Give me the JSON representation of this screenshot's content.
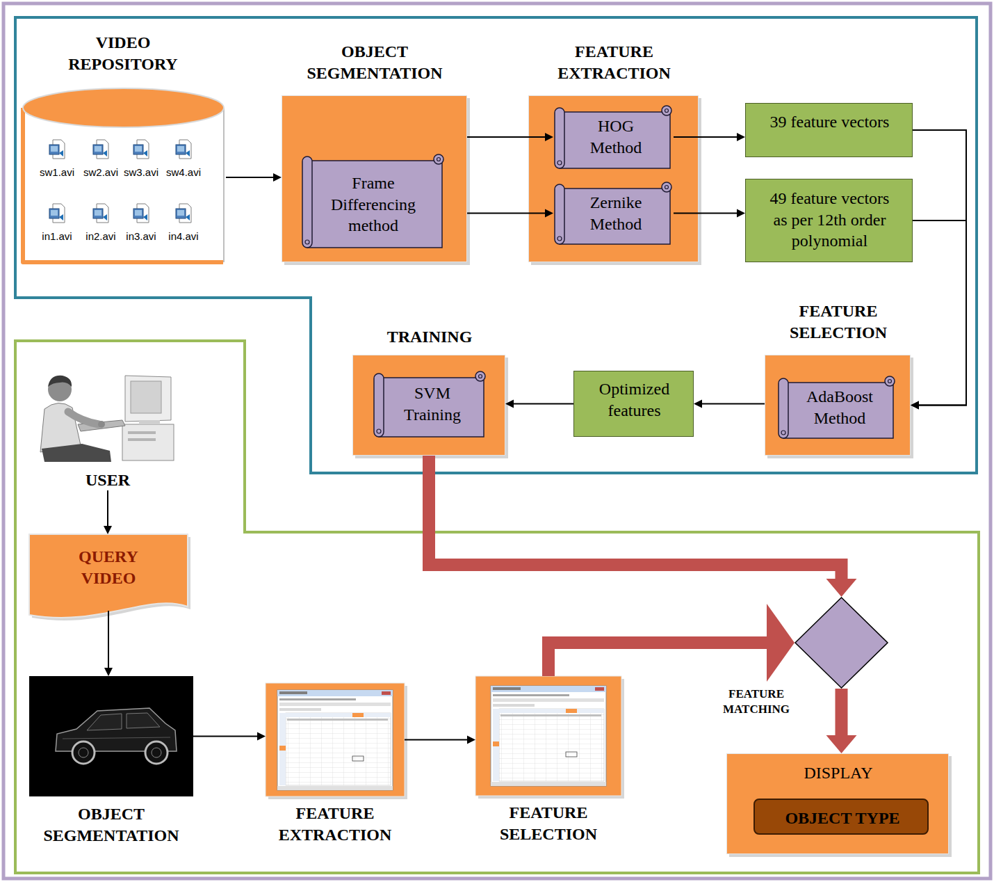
{
  "diagram": {
    "nodes": [
      {
        "text": [
          "VIDEO REPOSITORY",
          "sw1.avi",
          "sw2.avi",
          "sw3.avi",
          "sw4.avi",
          "in1.avi",
          "in2.avi",
          "in3.avi",
          "in4.avi"
        ]
      },
      {
        "text": [
          "OBJECT SEGMENTATION"
        ]
      },
      {
        "text": [
          "Frame Differencing method"
        ],
        "in": 1
      },
      {
        "text": [
          "FEATURE EXTRACTION"
        ]
      },
      {
        "text": [
          "HOG Method"
        ],
        "in": 3
      },
      {
        "text": [
          "Zernike Method"
        ],
        "in": 3
      },
      {
        "text": [
          "39 feature vectors"
        ]
      },
      {
        "text": [
          "49 feature vectors as per 12th order polynomial"
        ]
      },
      {
        "text": [
          "FEATURE SELECTION"
        ]
      },
      {
        "text": [
          "AdaBoost Method"
        ],
        "in": 8
      },
      {
        "text": [
          "Optimized features"
        ]
      },
      {
        "text": [
          "TRAINING"
        ]
      },
      {
        "text": [
          "SVM Training"
        ],
        "in": 11
      },
      {
        "text": [
          "USER"
        ]
      },
      {
        "text": [
          "QUERY VIDEO"
        ]
      },
      {
        "text": [
          "OBJECT SEGMENTATION"
        ]
      },
      {
        "text": [
          "FEATURE EXTRACTION"
        ]
      },
      {
        "text": [
          "FEATURE SELECTION"
        ]
      },
      {
        "text": [
          "FEATURE MATCHING"
        ]
      },
      {
        "text": [
          "DISPLAY"
        ]
      },
      {
        "text": [
          "OBJECT TYPE"
        ],
        "in": 19
      }
    ],
    "edges": [
      {
        "from": 0,
        "to": 1,
        "arrow": "to"
      },
      {
        "from": 1,
        "to": 4,
        "arrow": "to"
      },
      {
        "from": 1,
        "to": 5,
        "arrow": "to"
      },
      {
        "from": 4,
        "to": 6,
        "arrow": "to"
      },
      {
        "from": 5,
        "to": 7,
        "arrow": "to"
      },
      {
        "from": 6,
        "to": 8,
        "arrow": "to"
      },
      {
        "from": 7,
        "to": 8,
        "arrow": "to"
      },
      {
        "from": 8,
        "to": 10,
        "arrow": "to"
      },
      {
        "from": 10,
        "to": 11,
        "arrow": "to"
      },
      {
        "from": 11,
        "to": 18,
        "arrow": "to"
      },
      {
        "from": 13,
        "to": 14,
        "arrow": "to"
      },
      {
        "from": 14,
        "to": 15,
        "arrow": "to"
      },
      {
        "from": 15,
        "to": 16,
        "arrow": "to"
      },
      {
        "from": 16,
        "to": 17,
        "arrow": "to"
      },
      {
        "from": 17,
        "to": 18,
        "arrow": "to"
      },
      {
        "from": 18,
        "to": 19,
        "arrow": "to"
      }
    ]
  }
}
